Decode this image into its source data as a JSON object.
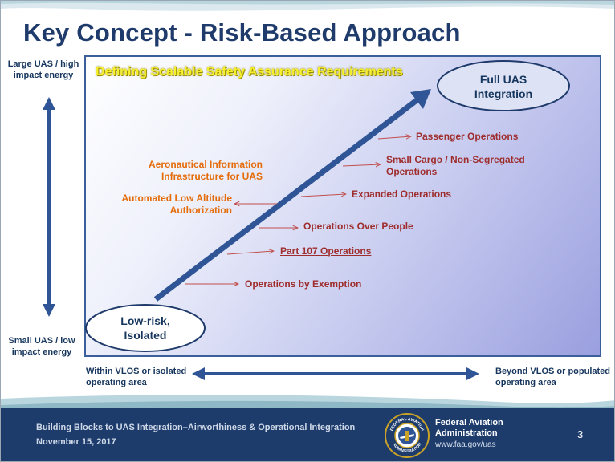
{
  "slide": {
    "title": "Key Concept - Risk-Based Approach",
    "panel_heading": "Defining Scalable Safety Assurance Requirements"
  },
  "vertical_axis": {
    "top_label_line1": "Large UAS / high",
    "top_label_line2": "impact energy",
    "bottom_label_line1": "Small UAS / low",
    "bottom_label_line2": "impact energy"
  },
  "horizontal_axis": {
    "left_label_line1": "Within VLOS or isolated",
    "left_label_line2": "operating area",
    "right_label_line1": "Beyond VLOS or populated",
    "right_label_line2": "operating area"
  },
  "endpoints": {
    "start_line1": "Low-risk,",
    "start_line2": "Isolated",
    "end_line1": "Full UAS",
    "end_line2": "Integration"
  },
  "stages": [
    {
      "line1": "Operations by Exemption",
      "line2": ""
    },
    {
      "line1": "Part 107 Operations",
      "line2": "",
      "underlined": true
    },
    {
      "line1": "Operations Over People",
      "line2": ""
    },
    {
      "line1": "Expanded Operations",
      "line2": ""
    },
    {
      "line1": "Small Cargo / Non-Segregated",
      "line2": "Operations"
    },
    {
      "line1": "Passenger Operations",
      "line2": ""
    }
  ],
  "enablers": [
    {
      "line1": "Automated Low Altitude",
      "line2": "Authorization"
    },
    {
      "line1": "Aeronautical Information",
      "line2": "Infrastructure for UAS"
    }
  ],
  "footer": {
    "presentation_title": "Building Blocks to UAS Integration–Airworthiness & Operational Integration",
    "date": "November 15, 2017",
    "org_line1": "Federal Aviation",
    "org_line2": "Administration",
    "url": "www.faa.gov/uas",
    "page_number": "3",
    "seal_text_top": "FEDERAL AVIATION",
    "seal_text_bottom": "ADMINISTRATION"
  },
  "colors": {
    "title": "#1f3b6b",
    "arrow": "#2f5597",
    "stage_text": "#9e2d2d",
    "enabler_text": "#e46c0a",
    "heading_text": "#f5ef2e",
    "footer_bg": "#1d3c6c"
  }
}
